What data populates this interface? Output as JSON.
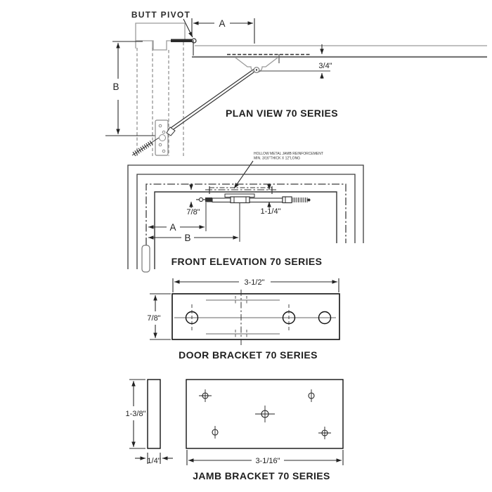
{
  "meta": {
    "background_color": "#ffffff",
    "primary_line_color": "#2b2b2b",
    "secondary_line_color": "#9a9a9a"
  },
  "plan_view": {
    "title": "PLAN VIEW 70 SERIES",
    "butt_pivot_label": "BUTT PIVOT",
    "dim_a_label": "A",
    "dim_b_label": "B",
    "dim_offset_label": "3/4\""
  },
  "front_elevation": {
    "title": "FRONT ELEVATION 70 SERIES",
    "note_line1": "HOLLOW METAL JAMB REINFORCEMENT",
    "note_line2": "MIN. 3/16\"THICK X 12\"LONG",
    "dim_a_label": "A",
    "dim_b_label": "B",
    "dim_head_label": "7/8\"",
    "dim_arm_label": "1-1/4\""
  },
  "door_bracket": {
    "title": "DOOR BRACKET 70 SERIES",
    "dim_width_label": "3-1/2\"",
    "dim_height_label": "7/8\""
  },
  "jamb_bracket": {
    "title": "JAMB BRACKET 70 SERIES",
    "dim_height_label": "1-3/8\"",
    "dim_thickness_label": "1/4\"",
    "dim_width_label": "3-1/16\""
  }
}
